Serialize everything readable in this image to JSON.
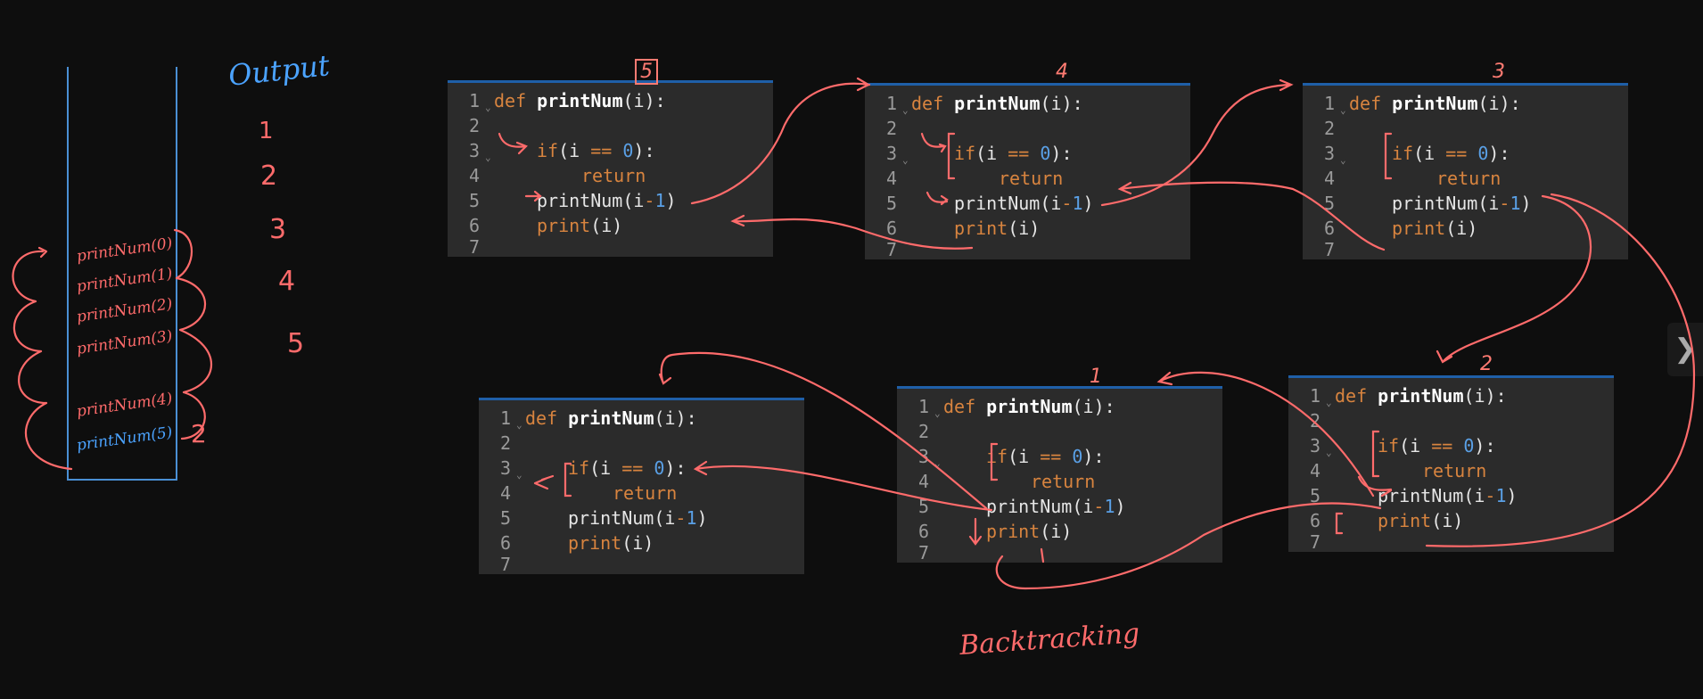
{
  "output": {
    "title": "Output",
    "values": [
      "1",
      "2",
      "3",
      "4",
      "5"
    ]
  },
  "stack": {
    "frames": [
      "printNum(0)",
      "printNum(1)",
      "printNum(2)",
      "printNum(3)",
      "printNum(4)",
      "printNum(5)"
    ],
    "side_number": "2"
  },
  "code": {
    "line_numbers": [
      "1",
      "2",
      "3",
      "4",
      "5",
      "6",
      "7"
    ]
  },
  "panels": [
    {
      "label": "5"
    },
    {
      "label": "4"
    },
    {
      "label": "3"
    },
    {
      "label": "2"
    },
    {
      "label": "1"
    },
    {
      "label": ""
    }
  ],
  "caption": "Backtracking",
  "nav": {
    "next_icon": "chevron-right-icon",
    "next_glyph": "❯"
  },
  "colors": {
    "annotation": "#ff6b6b",
    "stack_border": "#4a8fd4",
    "panel_bg": "#2b2b2b"
  }
}
